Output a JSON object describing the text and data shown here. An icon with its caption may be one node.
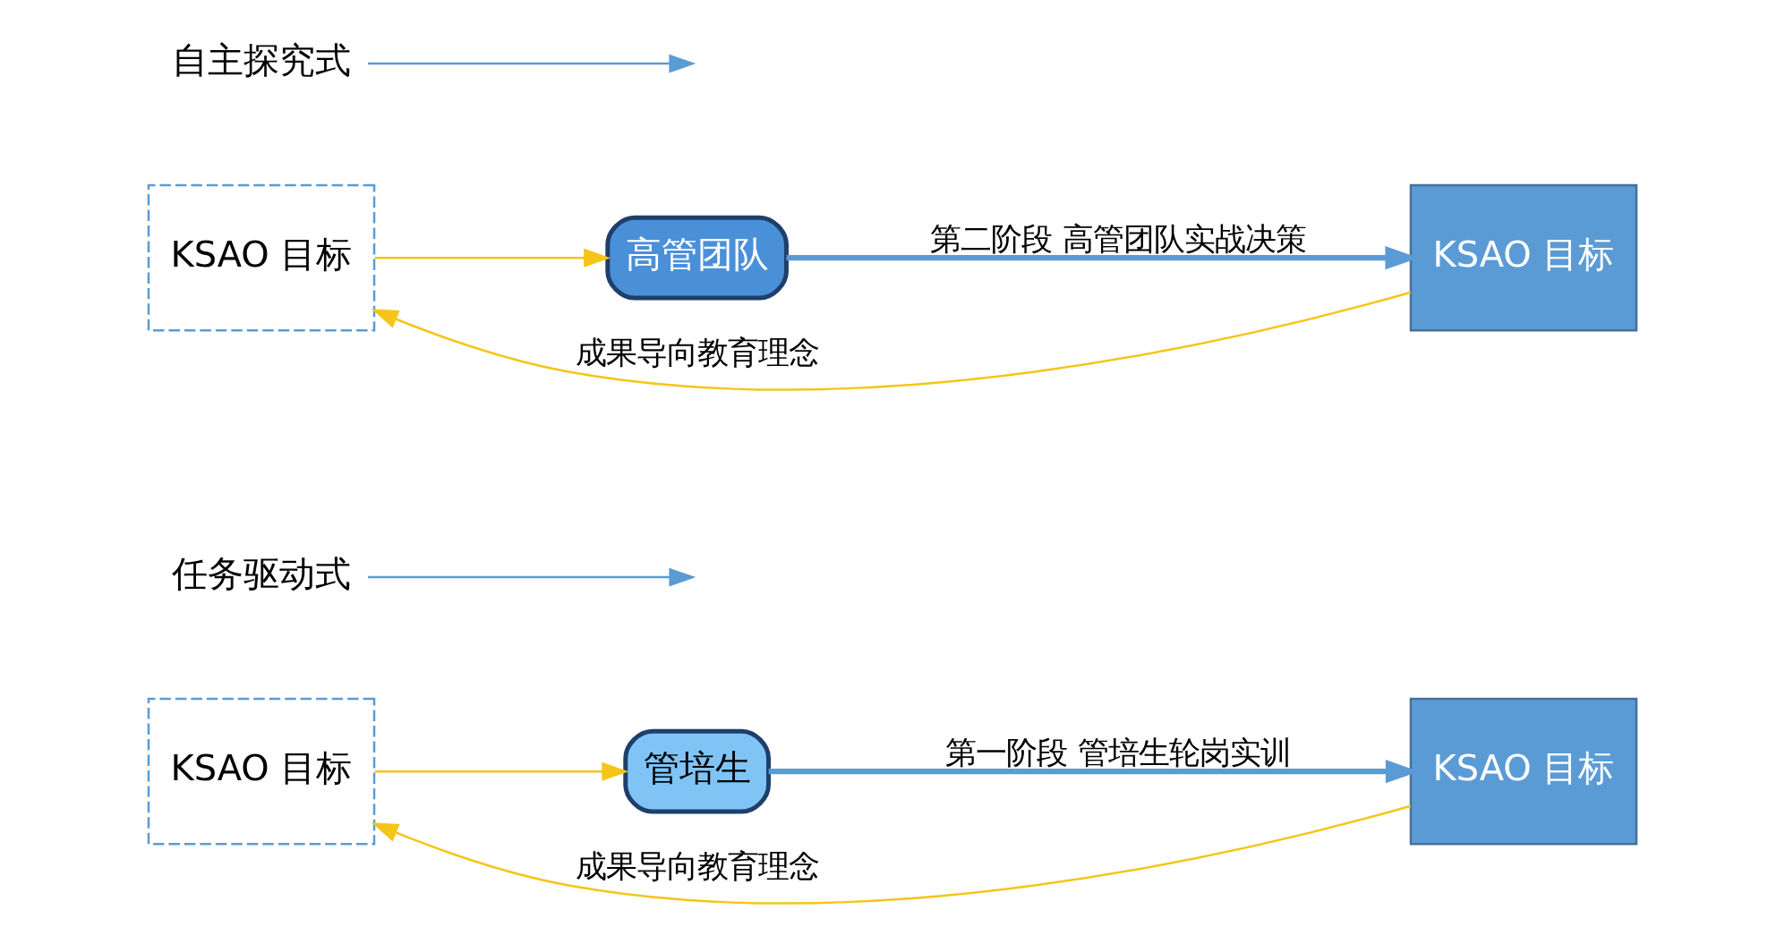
{
  "diagram": {
    "nodes": [
      {
        "text": [
          "KSAO 目标"
        ]
      },
      {
        "text": [
          "管培生"
        ]
      },
      {
        "text": [
          "KSAO 目标"
        ]
      },
      {
        "text": [
          "任务驱动式"
        ]
      },
      {
        "text": [
          "KSAO 目标"
        ]
      },
      {
        "text": [
          "高管团队"
        ]
      },
      {
        "text": [
          "KSAO 目标"
        ]
      },
      {
        "text": [
          "自主探究式"
        ]
      }
    ],
    "edges": [
      {
        "from": 0,
        "to": 1,
        "arrow": "to",
        "color": "#f5c518"
      },
      {
        "from": 1,
        "to": 2,
        "arrow": "to",
        "label": "第一阶段 管培生轮岗实训",
        "style": "thick",
        "color": "#5b9bd5"
      },
      {
        "from": 3,
        "to": null,
        "arrow": "to",
        "color": "#5b9bd5"
      },
      {
        "from": 2,
        "to": 0,
        "arrow": "to",
        "label": "成果导向教育理念",
        "color": "#f5c518"
      },
      {
        "from": 4,
        "to": 5,
        "arrow": "to",
        "color": "#f5c518"
      },
      {
        "from": 5,
        "to": 6,
        "arrow": "to",
        "label": "第二阶段 高管团队实战决策",
        "style": "thick",
        "color": "#5b9bd5"
      },
      {
        "from": 7,
        "to": null,
        "arrow": "to",
        "color": "#5b9bd5"
      },
      {
        "from": 6,
        "to": 4,
        "arrow": "to",
        "label": "成果导向教育理念",
        "color": "#f5c518"
      }
    ]
  }
}
